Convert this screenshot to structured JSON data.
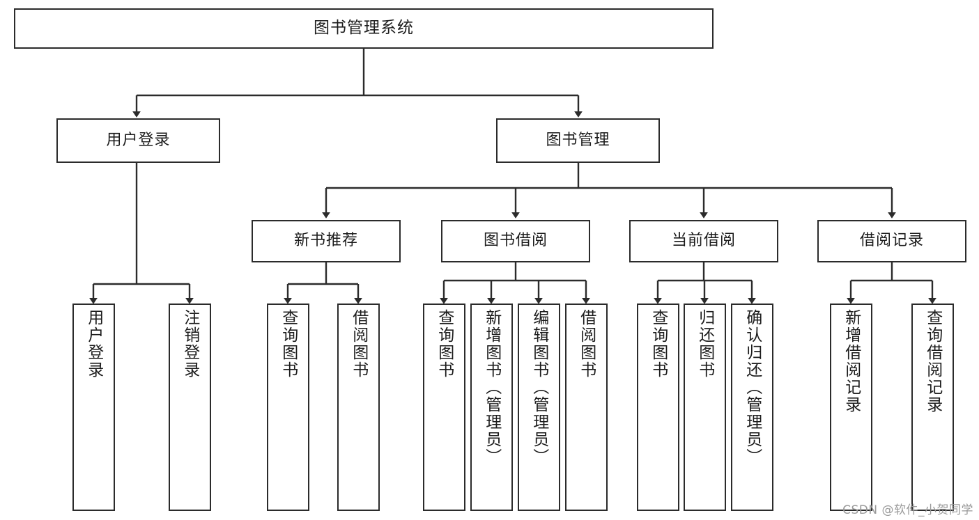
{
  "diagram": {
    "type": "hierarchy-tree",
    "title": "图书管理系统",
    "orientation": "top-down",
    "colors": {
      "box_border": "#2b2b2b",
      "box_fill": "#ffffff",
      "connector": "#2b2b2b",
      "text": "#1c1c1c",
      "watermark": "#9a9a9a"
    },
    "levels": [
      {
        "level": 1,
        "nodes": [
          {
            "id": "root",
            "label": "图书管理系统",
            "orientation": "horizontal"
          }
        ]
      },
      {
        "level": 2,
        "nodes": [
          {
            "id": "login",
            "label": "用户登录",
            "orientation": "horizontal",
            "parent": "root"
          },
          {
            "id": "bookmgmt",
            "label": "图书管理",
            "orientation": "horizontal",
            "parent": "root"
          }
        ]
      },
      {
        "level": 3,
        "nodes": [
          {
            "id": "newbook",
            "label": "新书推荐",
            "orientation": "horizontal",
            "parent": "bookmgmt"
          },
          {
            "id": "borrow",
            "label": "图书借阅",
            "orientation": "horizontal",
            "parent": "bookmgmt"
          },
          {
            "id": "current",
            "label": "当前借阅",
            "orientation": "horizontal",
            "parent": "bookmgmt"
          },
          {
            "id": "records",
            "label": "借阅记录",
            "orientation": "horizontal",
            "parent": "bookmgmt"
          }
        ]
      },
      {
        "level": 4,
        "nodes": [
          {
            "id": "leaf1",
            "label": "用户登录",
            "orientation": "vertical",
            "parent": "login"
          },
          {
            "id": "leaf2",
            "label": "注销登录",
            "orientation": "vertical",
            "parent": "login"
          },
          {
            "id": "leaf3",
            "label": "查询图书",
            "orientation": "vertical",
            "parent": "newbook"
          },
          {
            "id": "leaf4",
            "label": "借阅图书",
            "orientation": "vertical",
            "parent": "newbook"
          },
          {
            "id": "leaf5",
            "label": "查询图书",
            "orientation": "vertical",
            "parent": "borrow"
          },
          {
            "id": "leaf6",
            "label": "新增图书（管理员）",
            "orientation": "vertical",
            "parent": "borrow"
          },
          {
            "id": "leaf7",
            "label": "编辑图书（管理员）",
            "orientation": "vertical",
            "parent": "borrow"
          },
          {
            "id": "leaf8",
            "label": "借阅图书",
            "orientation": "vertical",
            "parent": "borrow"
          },
          {
            "id": "leaf9",
            "label": "查询图书",
            "orientation": "vertical",
            "parent": "current"
          },
          {
            "id": "leaf10",
            "label": "归还图书",
            "orientation": "vertical",
            "parent": "current"
          },
          {
            "id": "leaf11",
            "label": "确认归还（管理员）",
            "orientation": "vertical",
            "parent": "current"
          },
          {
            "id": "leaf12",
            "label": "新增借阅记录",
            "orientation": "vertical",
            "parent": "records"
          },
          {
            "id": "leaf13",
            "label": "查询借阅记录",
            "orientation": "vertical",
            "parent": "records"
          }
        ]
      }
    ],
    "watermark": "CSDN @软件_小贺同学"
  }
}
